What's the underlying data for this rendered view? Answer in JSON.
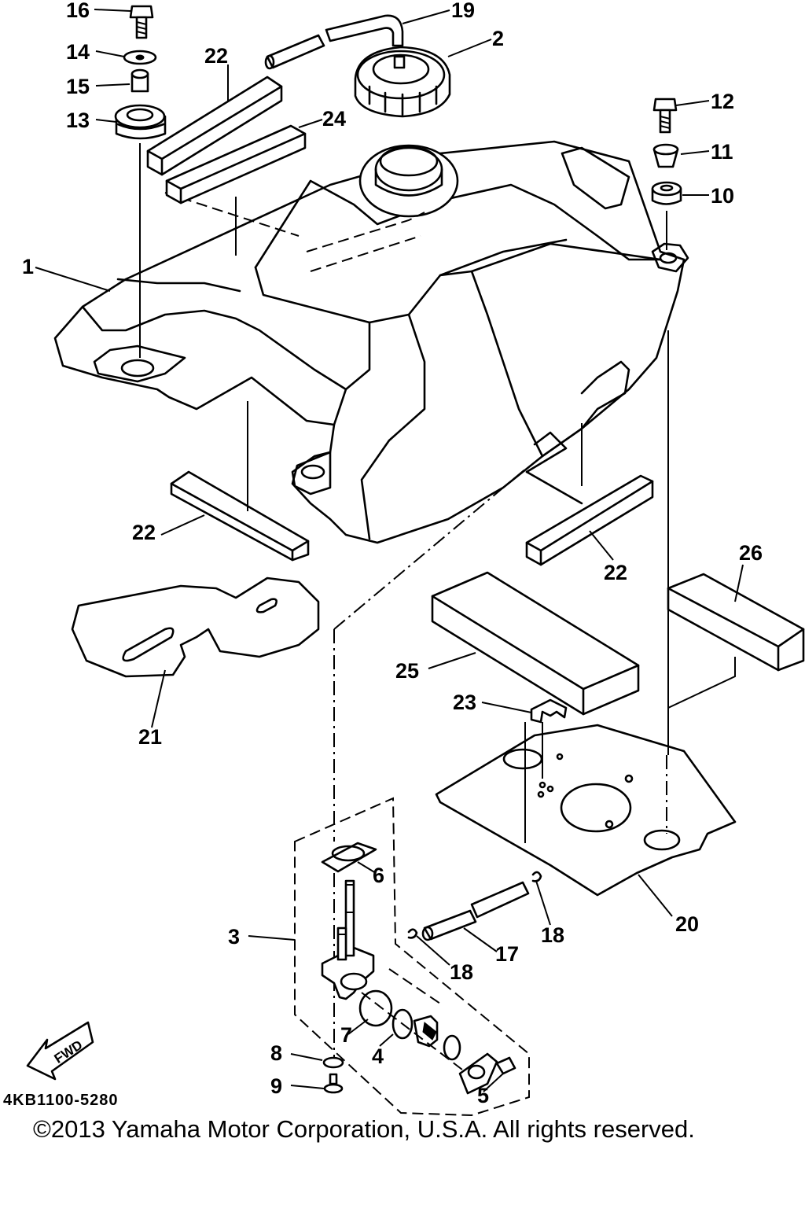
{
  "diagram": {
    "reference_code": "4KB1100-5280",
    "copyright": "©2013 Yamaha Motor Corporation, U.S.A. All rights reserved.",
    "fwd_label": "FWD",
    "callouts": {
      "c1": "1",
      "c2": "2",
      "c3": "3",
      "c4": "4",
      "c5": "5",
      "c6": "6",
      "c7": "7",
      "c8": "8",
      "c9": "9",
      "c10": "10",
      "c11": "11",
      "c12": "12",
      "c13": "13",
      "c14": "14",
      "c15": "15",
      "c16": "16",
      "c17": "17",
      "c18a": "18",
      "c18b": "18",
      "c19": "19",
      "c20": "20",
      "c21": "21",
      "c22a": "22",
      "c22b": "22",
      "c22c": "22",
      "c23": "23",
      "c24": "24",
      "c25": "25",
      "c26": "26"
    }
  }
}
